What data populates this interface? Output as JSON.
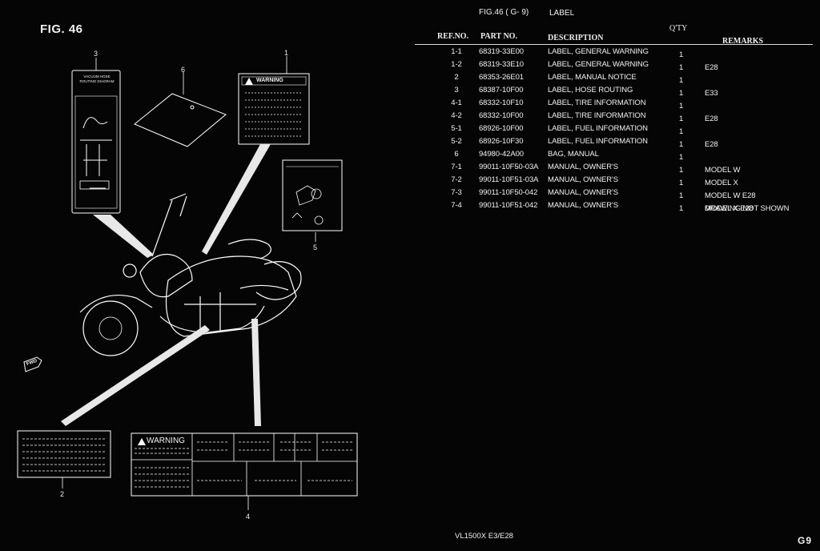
{
  "figure": {
    "title": "FIG. 46",
    "fig_ref": "FIG.46 ( G- 9)",
    "section": "LABEL"
  },
  "callouts": [
    "1",
    "2",
    "3",
    "4",
    "5",
    "6"
  ],
  "label_texts": {
    "warning_1": "WARNING",
    "warning_4": "WARNING",
    "hose_diagram": "VACUUM HOSE ROUTING DIAGRAM",
    "fwd": "FWD"
  },
  "table": {
    "headers": {
      "ref": "REF.NO.",
      "part": "PART NO.",
      "desc": "DESCRIPTION",
      "qty": "Q'TY",
      "remarks": "REMARKS"
    },
    "rows": [
      {
        "ref": "1-1",
        "part": "68319-33E00",
        "desc": "LABEL, GENERAL WARNING",
        "qty": "1",
        "remarks": ""
      },
      {
        "ref": "1-2",
        "part": "68319-33E10",
        "desc": "LABEL, GENERAL WARNING",
        "qty": "1",
        "remarks": "E28"
      },
      {
        "ref": "2",
        "part": "68353-26E01",
        "desc": "LABEL, MANUAL NOTICE",
        "qty": "1",
        "remarks": ""
      },
      {
        "ref": "3",
        "part": "68387-10F00",
        "desc": "LABEL, HOSE ROUTING",
        "qty": "1",
        "remarks": "E33"
      },
      {
        "ref": "4-1",
        "part": "68332-10F10",
        "desc": "LABEL, TIRE INFORMATION",
        "qty": "1",
        "remarks": ""
      },
      {
        "ref": "4-2",
        "part": "68332-10F00",
        "desc": "LABEL, TIRE INFORMATION",
        "qty": "1",
        "remarks": "E28"
      },
      {
        "ref": "5-1",
        "part": "68926-10F00",
        "desc": "LABEL, FUEL INFORMATION",
        "qty": "1",
        "remarks": ""
      },
      {
        "ref": "5-2",
        "part": "68926-10F30",
        "desc": "LABEL, FUEL INFORMATION",
        "qty": "1",
        "remarks": "E28"
      },
      {
        "ref": "6",
        "part": "94980-42A00",
        "desc": "BAG, MANUAL",
        "qty": "1",
        "remarks": ""
      },
      {
        "ref": "7-1",
        "part": "99011-10F50-03A",
        "desc": "MANUAL, OWNER'S",
        "qty": "1",
        "remarks": "MODEL W"
      },
      {
        "ref": "7-2",
        "part": "99011-10F51-03A",
        "desc": "MANUAL, OWNER'S",
        "qty": "1",
        "remarks": "MODEL X"
      },
      {
        "ref": "7-3",
        "part": "99011-10F50-042",
        "desc": "MANUAL, OWNER'S",
        "qty": "1",
        "remarks": "MODEL W E28"
      },
      {
        "ref": "7-4",
        "part": "99011-10F51-042",
        "desc": "MANUAL, OWNER'S",
        "qty": "1",
        "remarks": "MODEL X E28",
        "remarks2": "DRAWING NOT SHOWN"
      }
    ]
  },
  "footer": {
    "model": "VL1500X  E3/E28",
    "page": "G9"
  }
}
